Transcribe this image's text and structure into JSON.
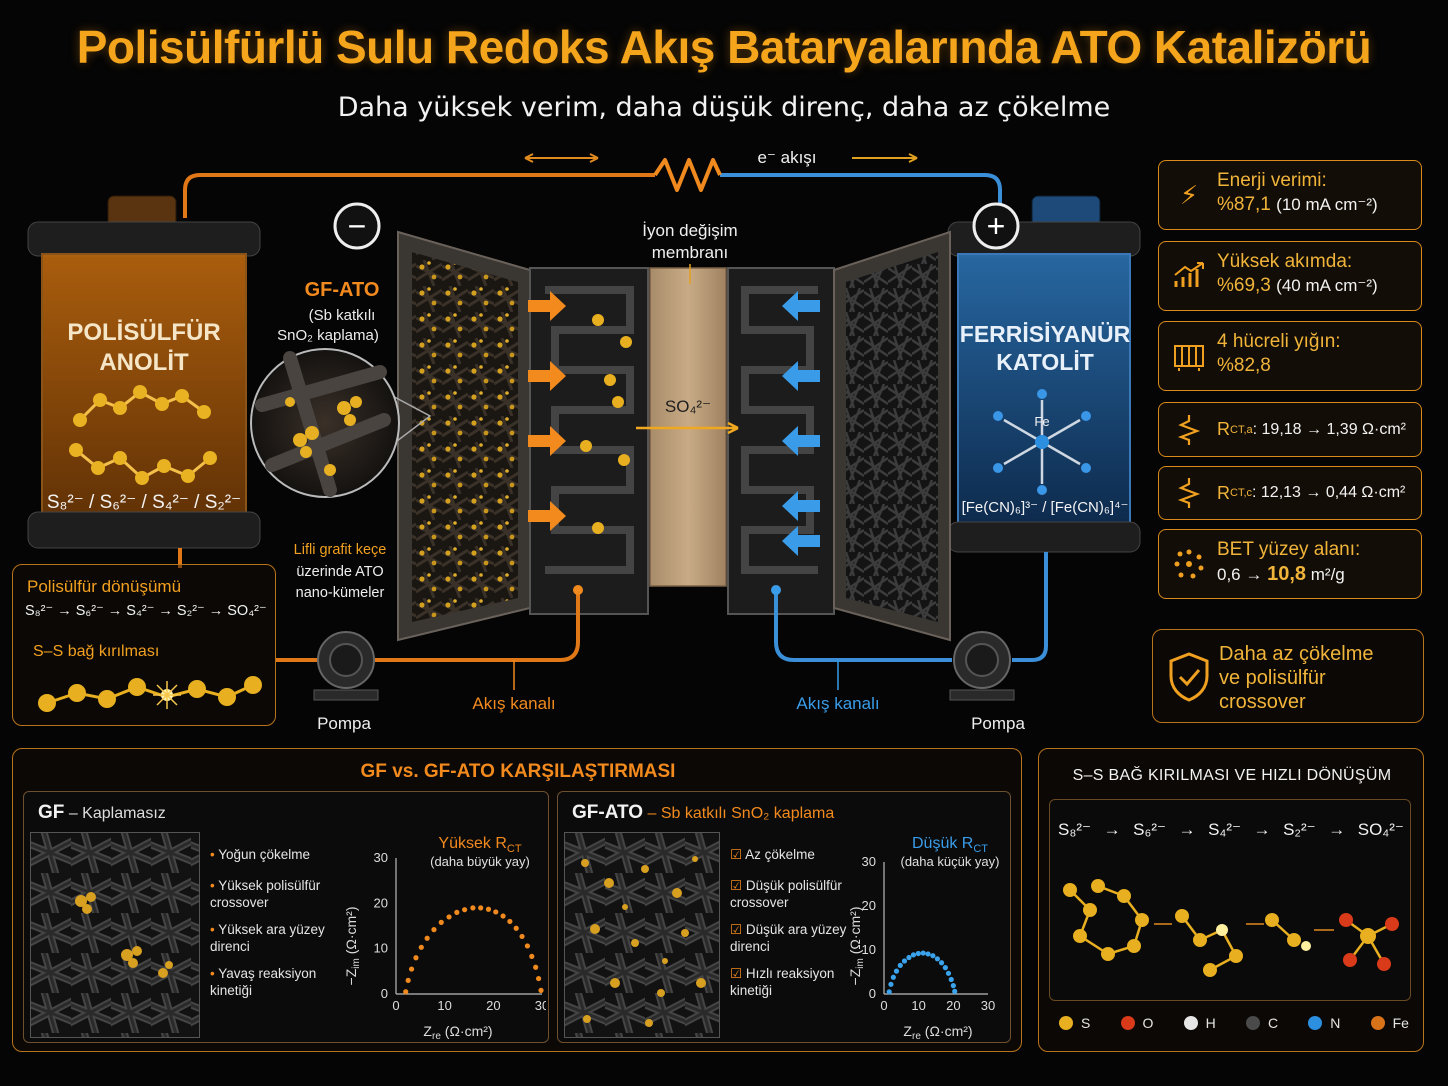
{
  "title": "Polisülfürlü Sulu Redoks Akış Bataryalarında ATO Katalizörü",
  "subtitle": "Daha yüksek verim, daha düşük direnç, daha az çökelme",
  "circuit": {
    "electron_flow": "e⁻ akışı",
    "minus": "−",
    "plus": "+"
  },
  "anolyte": {
    "line1": "POLİSÜLFÜR",
    "line2": "ANOLİT",
    "species": "S₈²⁻ / S₆²⁻ / S₄²⁻ / S₂²⁻"
  },
  "catholyte": {
    "line1": "FERRİSİYANÜR",
    "line2": "KATOLİT",
    "center_atom": "Fe",
    "species": "[Fe(CN)₆]³⁻ / [Fe(CN)₆]⁴⁻"
  },
  "gf_ato_label": {
    "name": "GF-ATO",
    "desc1": "(Sb katkılı",
    "desc2": "SnO₂ kaplama)"
  },
  "membrane": {
    "line1": "İyon değişim",
    "line2": "membranı",
    "ion": "SO₄²⁻"
  },
  "felt_label": {
    "line1": "Lifli grafit keçe",
    "line2": "üzerinde ATO",
    "line3": "nano-kümeler"
  },
  "flow": {
    "pump_left": "Pompa",
    "pump_right": "Pompa",
    "channel_left": "Akış kanalı",
    "channel_right": "Akış kanalı"
  },
  "conversion_box": {
    "title": "Polisülfür dönüşümü",
    "reaction": "S₈²⁻ → S₆²⁻ → S₄²⁻ → S₂²⁻ → SO₄²⁻",
    "bond": "S–S bağ kırılması"
  },
  "stats": [
    {
      "title": "Enerji verimi:",
      "value": "%87,1",
      "note": "(10 mA cm⁻²)",
      "icon": "lightning-icon"
    },
    {
      "title": "Yüksek akımda:",
      "value": "%69,3",
      "note": "(40 mA cm⁻²)",
      "icon": "rising-chart-icon"
    },
    {
      "title": "4 hücreli yığın:",
      "value": "%82,8",
      "icon": "stack-icon"
    },
    {
      "label_main": "R",
      "label_sub": "CT,a",
      "text": ": 19,18 → 1,39 Ω·cm²",
      "icon": "resistor-icon"
    },
    {
      "label_main": "R",
      "label_sub": "CT,c",
      "text": ": 12,13 → 0,44 Ω·cm²",
      "icon": "resistor-icon"
    },
    {
      "title": "BET yüzey alanı:",
      "from": "0,6 →",
      "to": "10,8",
      "unit": "m²/g",
      "icon": "dots-icon"
    }
  ],
  "shield_box": {
    "line1": "Daha az çökelme",
    "line2": "ve polisülfür",
    "line3": "crossover",
    "icon": "shield-check-icon"
  },
  "comparison": {
    "title": "GF vs. GF-ATO KARŞILAŞTIRMASI",
    "gf": {
      "name": "GF",
      "desc": " – Kaplamasız",
      "bullets": [
        "Yoğun çökelme",
        "Yüksek polisülfür crossover",
        "Yüksek ara yüzey direnci",
        "Yavaş reaksiyon kinetiği"
      ],
      "chart_title_main": "Yüksek R",
      "chart_title_sub": "CT",
      "chart_note": "(daha büyük yay)"
    },
    "gfato": {
      "name": "GF-ATO",
      "desc": " – Sb katkılı SnO₂ kaplama",
      "bullets": [
        "Az çökelme",
        "Düşük polisülfür crossover",
        "Düşük ara yüzey direnci",
        "Hızlı reaksiyon kinetiği"
      ],
      "chart_title_main": "Düşük R",
      "chart_title_sub": "CT",
      "chart_note": "(daha küçük yay)"
    },
    "xlabel_main": "Z",
    "xlabel_sub": "re",
    "xlabel_unit": " (Ω·cm²)",
    "ylabel_main": "−Z",
    "ylabel_sub": "im",
    "ylabel_unit": " (Ω·cm²)"
  },
  "chart_data": [
    {
      "type": "scatter",
      "title": "Yüksek RCT",
      "ylim": [
        0,
        30
      ],
      "xlim": [
        0,
        30
      ],
      "x": [
        2.0,
        2.5,
        3.2,
        4.1,
        5.2,
        6.4,
        7.8,
        9.3,
        10.9,
        12.5,
        14.1,
        15.8,
        17.4,
        19.0,
        20.5,
        22.0,
        23.4,
        24.7,
        25.9,
        27.0,
        27.9,
        28.7,
        29.3,
        29.8
      ],
      "y": [
        0.5,
        3.0,
        5.5,
        8.0,
        10.3,
        12.3,
        14.2,
        15.8,
        17.0,
        18.0,
        18.6,
        19.0,
        19.0,
        18.7,
        18.1,
        17.2,
        16.0,
        14.5,
        12.7,
        10.6,
        8.3,
        5.9,
        3.4,
        0.8
      ],
      "color": "#f08a1e"
    },
    {
      "type": "scatter",
      "title": "Düşük RCT",
      "ylim": [
        0,
        30
      ],
      "xlim": [
        0,
        30
      ],
      "x": [
        1.5,
        2.0,
        2.7,
        3.6,
        4.7,
        5.9,
        7.2,
        8.5,
        9.9,
        11.3,
        12.7,
        14.1,
        15.4,
        16.6,
        17.7,
        18.6,
        19.4,
        20.0,
        20.4
      ],
      "y": [
        0.5,
        2.2,
        3.8,
        5.2,
        6.5,
        7.5,
        8.3,
        8.9,
        9.2,
        9.3,
        9.1,
        8.7,
        8.0,
        7.1,
        6.0,
        4.7,
        3.3,
        1.9,
        0.6
      ],
      "color": "#3aa3ec"
    }
  ],
  "ss_panel": {
    "title": "S–S BAĞ KIRILMASI VE HIZLI DÖNÜŞÜM",
    "species": [
      "S₈²⁻",
      "→",
      "S₆²⁻",
      "→",
      "S₄²⁻",
      "→",
      "S₂²⁻",
      "→",
      "SO₄²⁻"
    ],
    "legend": [
      {
        "sym": "S",
        "color": "#e8b020"
      },
      {
        "sym": "O",
        "color": "#d83a1a"
      },
      {
        "sym": "H",
        "color": "#e6e6e6"
      },
      {
        "sym": "C",
        "color": "#4a4a4a"
      },
      {
        "sym": "N",
        "color": "#2c8fe0"
      },
      {
        "sym": "Fe",
        "color": "#d9731a"
      }
    ]
  }
}
